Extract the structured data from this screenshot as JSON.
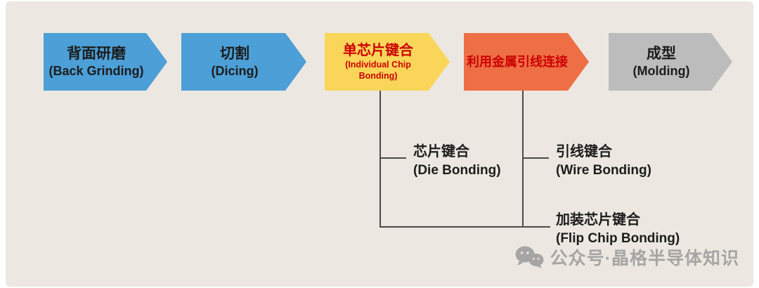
{
  "flow": {
    "steps": [
      {
        "zh": "背面研磨",
        "en": "(Back Grinding)",
        "color": "#4c9fd7",
        "text_color": "#1c1c1c"
      },
      {
        "zh": "切割",
        "en": "(Dicing)",
        "color": "#4c9fd7",
        "text_color": "#1c1c1c"
      },
      {
        "zh": "单芯片键合",
        "en": "(Individual Chip Bonding)",
        "color": "#f9d65a",
        "text_color": "#cc0000"
      },
      {
        "zh": "利用金属引线连接",
        "en": "",
        "color": "#ee6f45",
        "text_color": "#cc0000"
      },
      {
        "zh": "成型",
        "en": "(Molding)",
        "color": "#bcbcbc",
        "text_color": "#1c1c1c"
      }
    ]
  },
  "annotations": {
    "die_bonding": {
      "zh": "芯片键合",
      "en": "(Die Bonding)"
    },
    "wire_bonding": {
      "zh": "引线键合",
      "en": "(Wire Bonding)"
    },
    "flip_chip": {
      "zh": "加装芯片键合",
      "en": "(Flip Chip Bonding)"
    }
  },
  "watermark": {
    "text": "公众号·晶格半导体知识"
  },
  "colors": {
    "background": "#ece8e1",
    "line": "#4a4a4a",
    "red_text": "#cc0000",
    "blue_arrow": "#4c9fd7",
    "yellow_arrow": "#f9d65a",
    "orange_arrow": "#ee6f45",
    "gray_arrow": "#bcbcbc"
  }
}
